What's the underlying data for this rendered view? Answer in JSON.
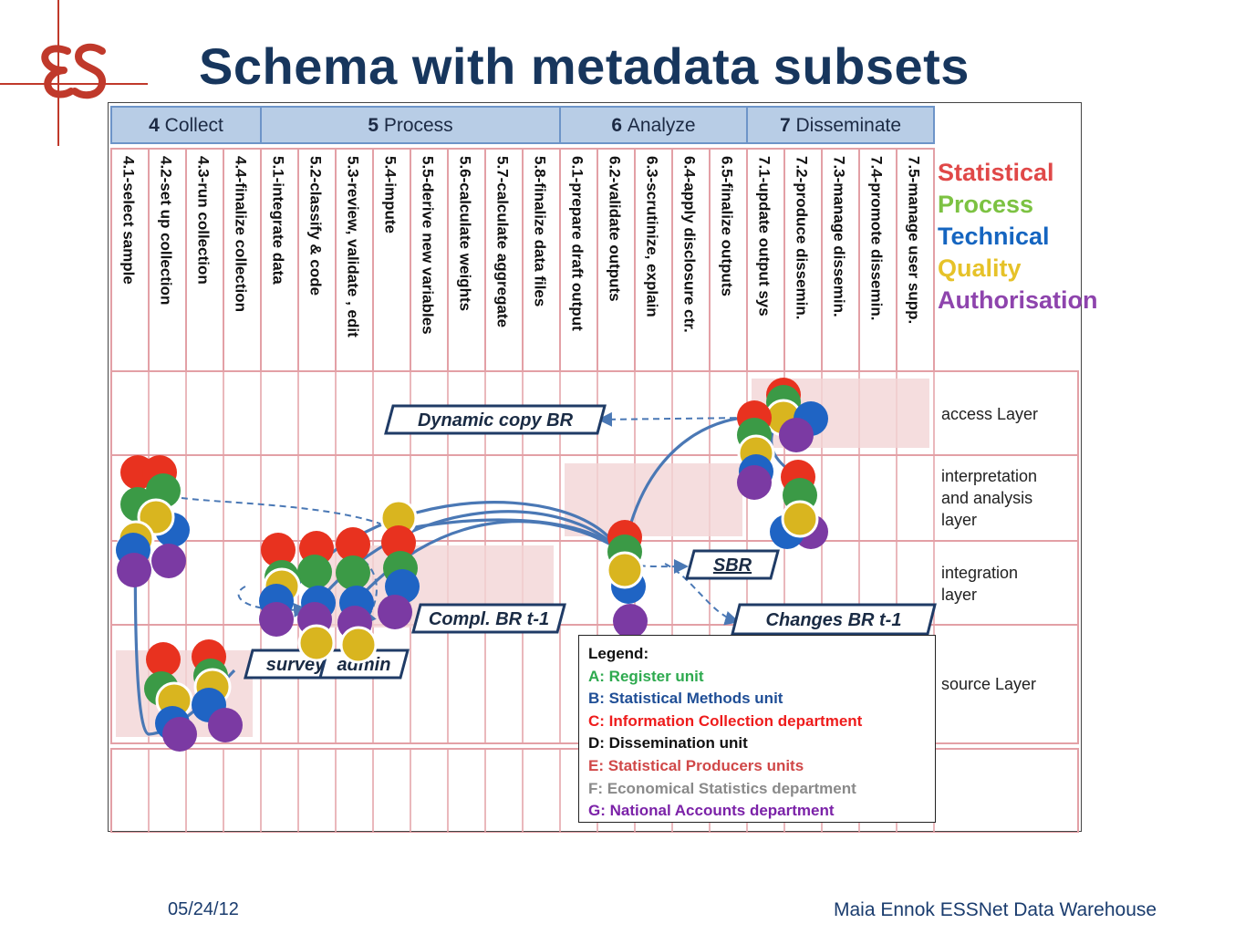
{
  "title": "Schema with metadata subsets",
  "logo": {
    "letters": "ES",
    "color": "#c0392b"
  },
  "phases": [
    {
      "num": "4",
      "label": "Collect"
    },
    {
      "num": "5",
      "label": "Process"
    },
    {
      "num": "6",
      "label": "Analyze"
    },
    {
      "num": "7",
      "label": "Disseminate"
    }
  ],
  "subprocesses": [
    "4.1-select sample",
    "4.2-set up collection",
    "4.3-run collection",
    "4.4-finalize collection",
    "5.1-integrate data",
    "5.2-classify & code",
    "5.3-review, validate , edit",
    "5.4-impute",
    "5.5-derive new variables",
    "5.6-calculate weights",
    "5.7-calculate aggregate",
    "5.8-finalize data files",
    "6.1-prepare draft output",
    "6.2-validate outputs",
    "6.3-scrutinize, explain",
    "6.4-apply disclosure ctr.",
    "6.5-finalize outputs",
    "7.1-update output sys",
    "7.2-produce dissemin.",
    "7.3-manage dissemin.",
    "7.4-promote dissemin.",
    "7.5-manage user supp."
  ],
  "metadata_types": [
    {
      "label": "Statistical",
      "color": "#e04848"
    },
    {
      "label": "Process",
      "color": "#7cc242"
    },
    {
      "label": "Technical",
      "color": "#1565c0"
    },
    {
      "label": "Quality",
      "color": "#e6c229"
    },
    {
      "label": "Authorisation",
      "color": "#8e44ad"
    }
  ],
  "layers": [
    "access Layer",
    "interpretation and analysis layer",
    "integration layer",
    "source Layer"
  ],
  "boxes": {
    "dynamic_copy": "Dynamic copy BR",
    "sbr": "SBR",
    "compl": "Compl. BR t-1",
    "changes": "Changes BR t-1",
    "survey": "survey",
    "admin": "admin"
  },
  "legend": {
    "title": "Legend:",
    "items": [
      {
        "text": "A: Register unit",
        "color": "#2eaa4f"
      },
      {
        "text": "B: Statistical Methods unit",
        "color": "#1f4e96"
      },
      {
        "text": "C: Information Collection department",
        "color": "#ee1c1c"
      },
      {
        "text": "D: Dissemination unit",
        "color": "#111111"
      },
      {
        "text": "E: Statistical Producers units",
        "color": "#d04848"
      },
      {
        "text": "F: Economical Statistics department",
        "color": "#8a8a8a"
      },
      {
        "text": "G: National Accounts department",
        "color": "#7b22a8"
      }
    ]
  },
  "date": "05/24/12",
  "footer": "Maia Ennok  ESSNet Data Warehouse"
}
